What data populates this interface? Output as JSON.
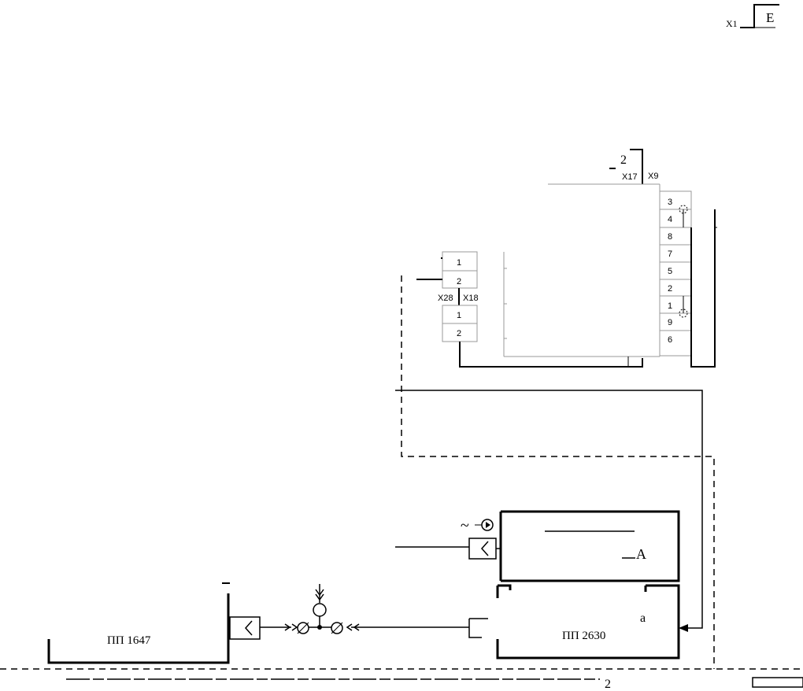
{
  "connector_x1": {
    "label": "X1",
    "letter": "E"
  },
  "block_top": {
    "number": "2",
    "conn_a": "X17",
    "conn_b": "X9"
  },
  "x9_terminals": [
    "3",
    "4",
    "8",
    "7",
    "5",
    "2",
    "1",
    "9",
    "6"
  ],
  "left_terminals_upper": [
    "1",
    "2"
  ],
  "left_terminals_lower": [
    "1",
    "2"
  ],
  "left_conn_labels": {
    "a": "X28",
    "b": "X18"
  },
  "devices": {
    "upper_box_text": "A",
    "lower_box_tail": "a",
    "lower_box_code": "ПП 2630",
    "left_box_code": "ПП 1647"
  },
  "ac_symbol": "~",
  "caption": {
    "tail": "2"
  }
}
